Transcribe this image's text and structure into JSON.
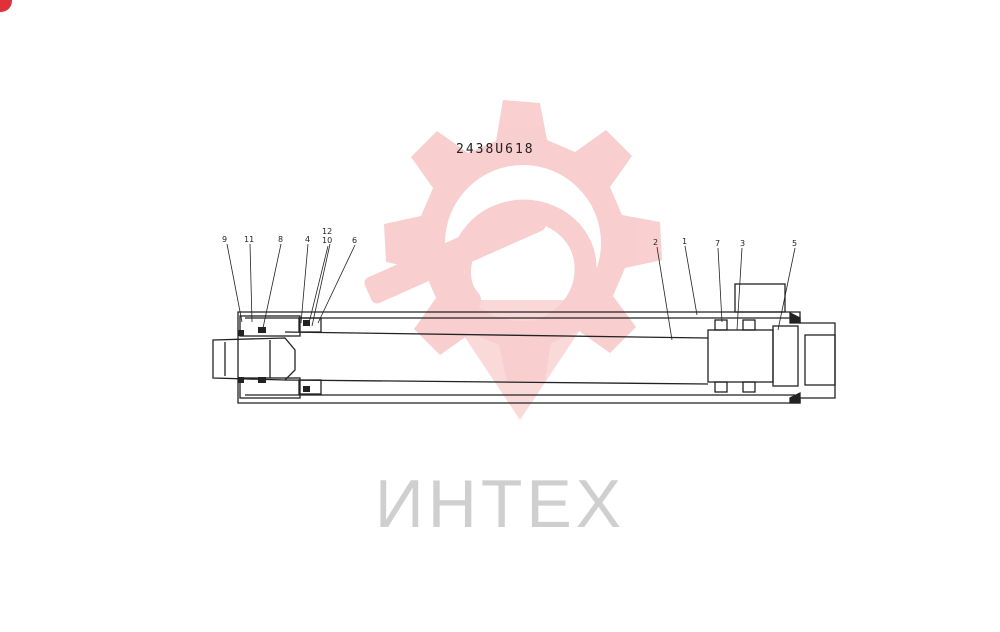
{
  "drawing": {
    "part_number": "2438U618",
    "callouts": [
      "9",
      "11",
      "8",
      "4",
      "12",
      "10",
      "6",
      "2",
      "1",
      "7",
      "3",
      "5"
    ]
  },
  "watermark": {
    "text": "ИНТЕХ",
    "logo_icon": "gear-wrench-logo",
    "color": "#f4a7a7"
  },
  "colors": {
    "line": "#222222",
    "accent": "#e0303a"
  }
}
